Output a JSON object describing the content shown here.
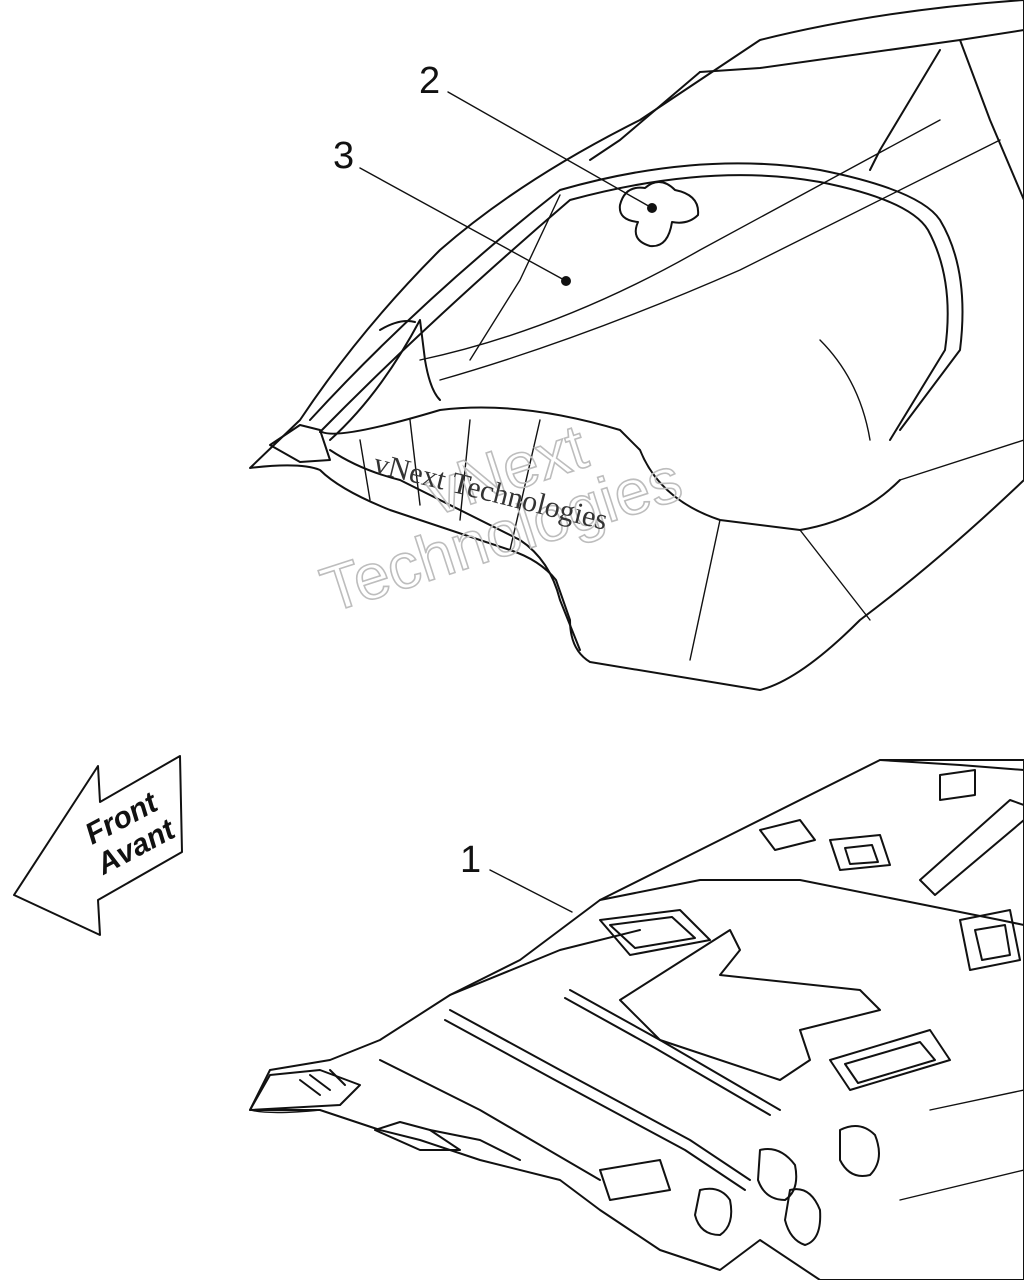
{
  "diagram": {
    "callouts": [
      {
        "id": "1",
        "label": "1"
      },
      {
        "id": "2",
        "label": "2"
      },
      {
        "id": "3",
        "label": "3"
      }
    ],
    "direction_arrow": {
      "line1": "Front",
      "line2": "Avant"
    },
    "watermark": {
      "large_line1": "vNext",
      "large_line2": "Technologies",
      "small": "vNext Technologies"
    }
  }
}
